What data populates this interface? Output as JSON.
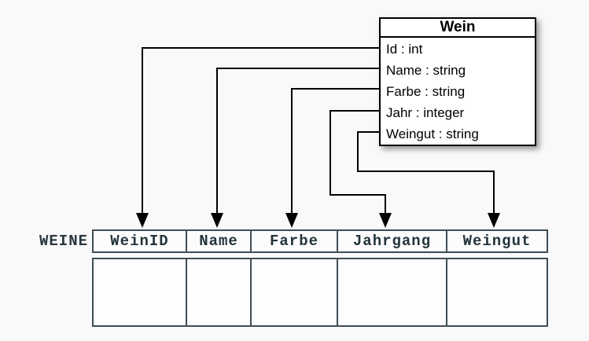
{
  "class_box": {
    "title": "Wein",
    "attributes": [
      "Id : int",
      "Name : string",
      "Farbe : string",
      "Jahr : integer",
      "Weingut : string"
    ]
  },
  "table": {
    "label": "WEINE",
    "columns": [
      "WeinID",
      "Name",
      "Farbe",
      "Jahrgang",
      "Weingut"
    ],
    "empty_row_count": 1
  },
  "mappings": [
    {
      "from": "Id",
      "to": "WeinID"
    },
    {
      "from": "Name",
      "to": "Name"
    },
    {
      "from": "Farbe",
      "to": "Farbe"
    },
    {
      "from": "Jahr",
      "to": "Jahrgang"
    },
    {
      "from": "Weingut",
      "to": "Weingut"
    }
  ],
  "colors": {
    "background": "#f9f9f9",
    "box_fill": "#ffffff",
    "box_border": "#000000",
    "connector": "#000000",
    "table_border": "#3f4d55",
    "table_text": "#24343c"
  }
}
